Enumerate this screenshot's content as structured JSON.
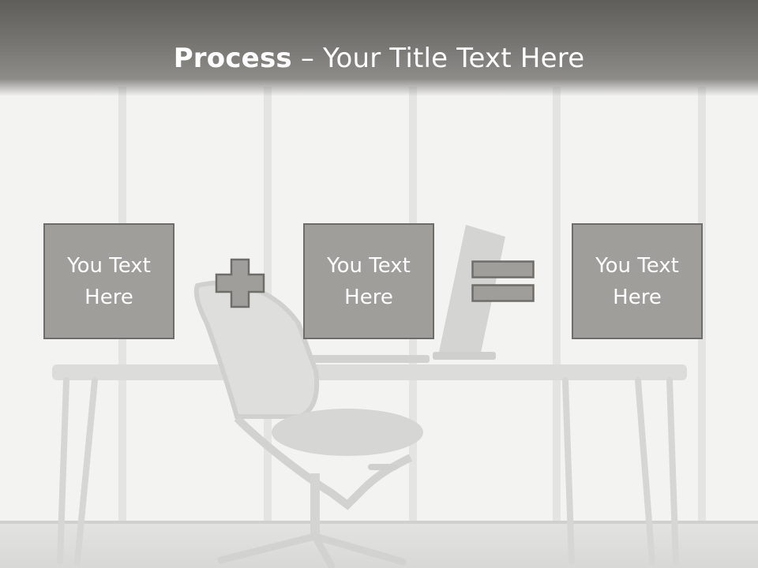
{
  "title": {
    "bold": "Process",
    "rest": " – Your Title Text Here"
  },
  "boxes": [
    {
      "text": "You Text Here"
    },
    {
      "text": "You Text Here"
    },
    {
      "text": "You Text Here"
    }
  ],
  "operators": {
    "plus": "plus-icon",
    "equals": "equals-icon"
  },
  "colors": {
    "box_fill": "#9f9e9a",
    "box_border": "#6e6d69",
    "title_bar": "#6e6d69",
    "background": "#f1f1f0"
  }
}
